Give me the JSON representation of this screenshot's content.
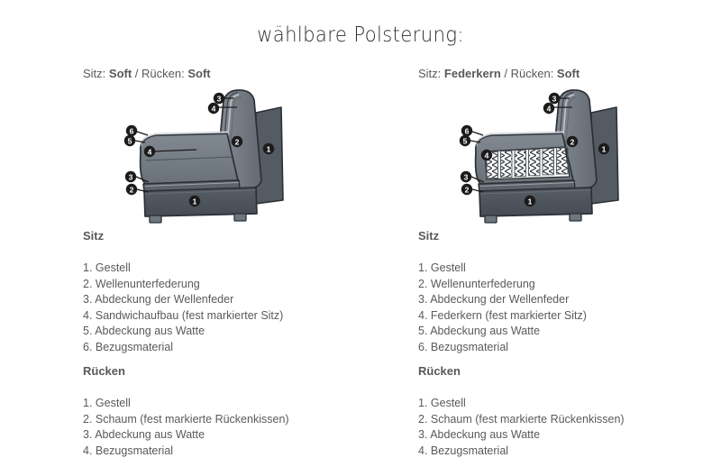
{
  "title": "wählbare Polsterung:",
  "variants": [
    {
      "id": "soft-soft",
      "header_prefix": "Sitz: ",
      "header_bold1": "Soft",
      "header_middle": " / Rücken: ",
      "header_bold2": "Soft",
      "header_full": "Sitz: Soft / Rücken: Soft",
      "diagram": {
        "name": "sofa-cutaway-soft-seat",
        "seat_type": "foam-sandwich",
        "callouts": [
          {
            "label": "3",
            "region": "backrest-top"
          },
          {
            "label": "4",
            "region": "backrest-upper"
          },
          {
            "label": "2",
            "region": "backrest-middle"
          },
          {
            "label": "1",
            "region": "backrest-outer-frame"
          },
          {
            "label": "6",
            "region": "seat-front-top"
          },
          {
            "label": "5",
            "region": "seat-front-wadding"
          },
          {
            "label": "4",
            "region": "seat-cushion"
          },
          {
            "label": "3",
            "region": "seat-front-lower"
          },
          {
            "label": "2",
            "region": "seat-suspension"
          },
          {
            "label": "1",
            "region": "base-frame"
          }
        ]
      },
      "seat": {
        "title": "Sitz",
        "items": [
          "1. Gestell",
          "2. Wellenunterfederung",
          "3. Abdeckung der Wellenfeder",
          "4. Sandwichaufbau (fest markierter Sitz)",
          "5. Abdeckung aus Watte",
          "6. Bezugsmaterial"
        ]
      },
      "back": {
        "title": "Rücken",
        "items": [
          "1. Gestell",
          "2. Schaum (fest markierte Rückenkissen)",
          "3. Abdeckung aus Watte",
          "4. Bezugsmaterial"
        ]
      }
    },
    {
      "id": "federkern-soft",
      "header_prefix": "Sitz: ",
      "header_bold1": "Federkern",
      "header_middle": " / Rücken: ",
      "header_bold2": "Soft",
      "header_full": "Sitz: Federkern / Rücken: Soft",
      "diagram": {
        "name": "sofa-cutaway-spring-seat",
        "seat_type": "coil-spring-core",
        "spring_columns": 6,
        "callouts": [
          {
            "label": "3",
            "region": "backrest-top"
          },
          {
            "label": "4",
            "region": "backrest-upper"
          },
          {
            "label": "2",
            "region": "backrest-middle"
          },
          {
            "label": "1",
            "region": "backrest-outer-frame"
          },
          {
            "label": "6",
            "region": "seat-front-top"
          },
          {
            "label": "5",
            "region": "seat-front-wadding"
          },
          {
            "label": "4",
            "region": "seat-spring-core"
          },
          {
            "label": "3",
            "region": "seat-front-lower"
          },
          {
            "label": "2",
            "region": "seat-suspension"
          },
          {
            "label": "1",
            "region": "base-frame"
          }
        ]
      },
      "seat": {
        "title": "Sitz",
        "items": [
          "1. Gestell",
          "2. Wellenunterfederung",
          "3. Abdeckung der Wellenfeder",
          "4. Federkern (fest markierter Sitz)",
          "5. Abdeckung aus Watte",
          "6. Bezugsmaterial"
        ]
      },
      "back": {
        "title": "Rücken",
        "items": [
          "1. Gestell",
          "2. Schaum (fest markierte Rückenkissen)",
          "3. Abdeckung aus Watte",
          "4. Bezugsmaterial"
        ]
      }
    }
  ],
  "colors": {
    "background": "#ffffff",
    "text": "#5a5a5a",
    "heading": "#58595b",
    "title": "#2f2f2f",
    "upholstery_mid": "#6c737a",
    "upholstery_light": "#7f868d",
    "upholstery_dark": "#4d545b",
    "frame_dark": "#3f464d",
    "outline": "#2b3036",
    "callout_fill": "#1b1b1b",
    "callout_text": "#ffffff",
    "spring_bg": "#fcfcfc"
  }
}
